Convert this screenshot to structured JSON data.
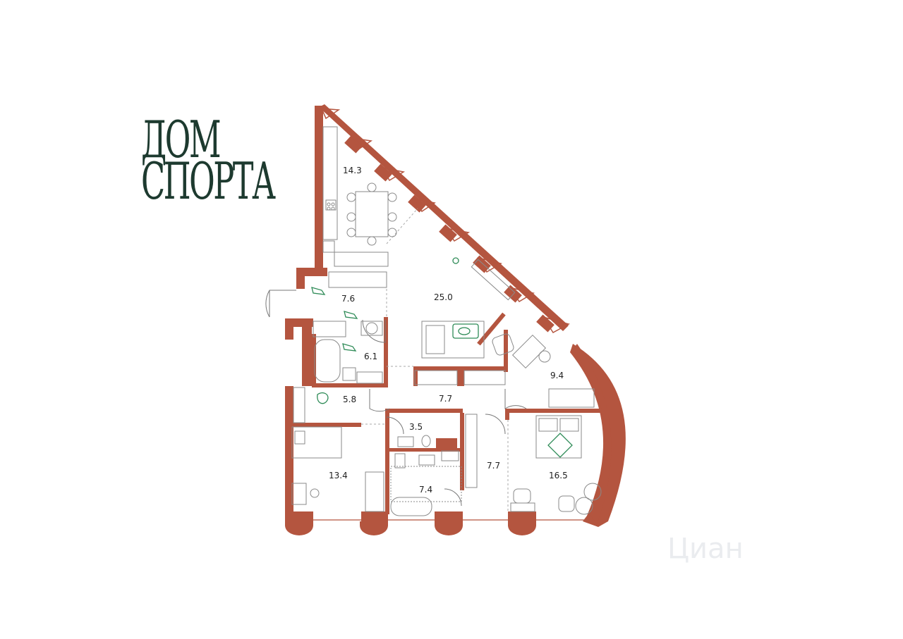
{
  "logo": {
    "line1": "ДОМ",
    "line2": "СПОРТА"
  },
  "rooms": [
    {
      "id": "kitchen",
      "area": "14.3"
    },
    {
      "id": "hall",
      "area": "7.6"
    },
    {
      "id": "living",
      "area": "25.0"
    },
    {
      "id": "bath-1",
      "area": "6.1"
    },
    {
      "id": "study",
      "area": "9.4"
    },
    {
      "id": "wardrobe",
      "area": "5.8"
    },
    {
      "id": "corridor",
      "area": "7.7"
    },
    {
      "id": "wc",
      "area": "3.5"
    },
    {
      "id": "bedroom-small",
      "area": "13.4"
    },
    {
      "id": "bath-2",
      "area": "7.4"
    },
    {
      "id": "dressing",
      "area": "7.7"
    },
    {
      "id": "bedroom-master",
      "area": "16.5"
    }
  ],
  "watermark": "Циан",
  "colors": {
    "wall": "#b4553f",
    "logo": "#1d3a2f",
    "accent": "#2e8b57",
    "furniture": "#8a8a8a"
  }
}
